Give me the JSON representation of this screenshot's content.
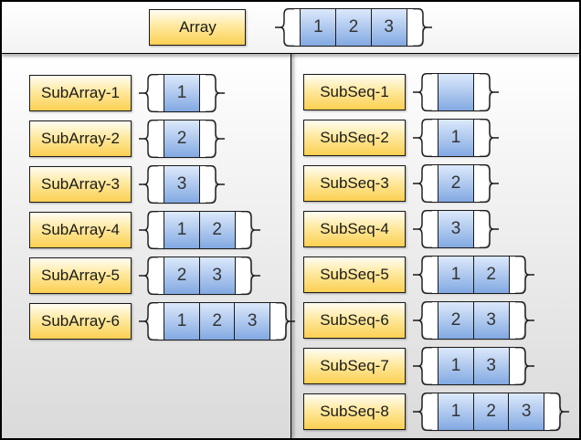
{
  "array_section": {
    "label": "Array",
    "cells": [
      "1",
      "2",
      "3"
    ]
  },
  "subarray_section": {
    "rows": [
      {
        "label": "SubArray-1",
        "cells": [
          "1"
        ]
      },
      {
        "label": "SubArray-2",
        "cells": [
          "2"
        ]
      },
      {
        "label": "SubArray-3",
        "cells": [
          "3"
        ]
      },
      {
        "label": "SubArray-4",
        "cells": [
          "1",
          "2"
        ]
      },
      {
        "label": "SubArray-5",
        "cells": [
          "2",
          "3"
        ]
      },
      {
        "label": "SubArray-6",
        "cells": [
          "1",
          "2",
          "3"
        ]
      }
    ]
  },
  "subseq_section": {
    "rows": [
      {
        "label": "SubSeq-1",
        "cells": [
          ""
        ]
      },
      {
        "label": "SubSeq-2",
        "cells": [
          "1"
        ]
      },
      {
        "label": "SubSeq-3",
        "cells": [
          "2"
        ]
      },
      {
        "label": "SubSeq-4",
        "cells": [
          "3"
        ]
      },
      {
        "label": "SubSeq-5",
        "cells": [
          "1",
          "2"
        ]
      },
      {
        "label": "SubSeq-6",
        "cells": [
          "2",
          "3"
        ]
      },
      {
        "label": "SubSeq-7",
        "cells": [
          "1",
          "3"
        ]
      },
      {
        "label": "SubSeq-8",
        "cells": [
          "1",
          "2",
          "3"
        ]
      }
    ]
  },
  "colors": {
    "label_gradient_top": "#FFFDF2",
    "label_gradient_bottom": "#FBD052",
    "cell_gradient_top": "#DCE9FB",
    "cell_gradient_bottom": "#82A9E2",
    "line": "#1A1A1A",
    "section_gradient_bottom": "#DADADA",
    "text": "#1A1A1A"
  }
}
